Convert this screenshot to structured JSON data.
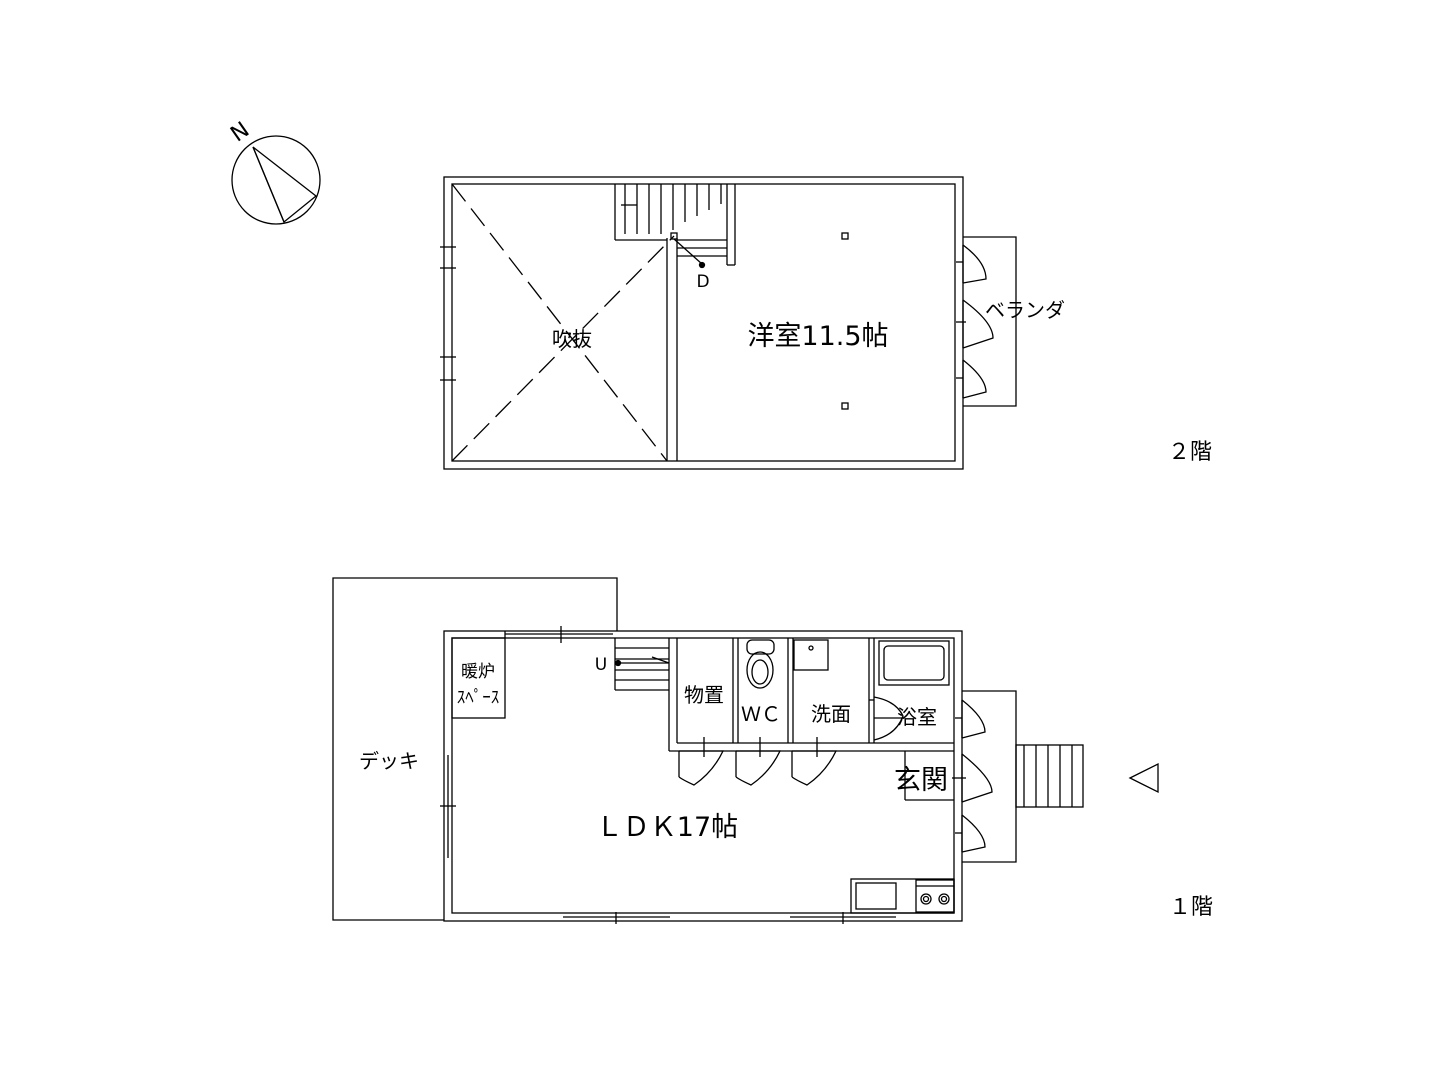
{
  "compass": {
    "label": "N"
  },
  "floor2": {
    "floor_label": "２階",
    "rooms": {
      "fukinuke": "吹抜",
      "youshitsu": "洋室11.5帖",
      "veranda": "ベランダ"
    },
    "stair_label": "D"
  },
  "floor1": {
    "floor_label": "１階",
    "rooms": {
      "ldk": "ＬＤＫ17帖",
      "deck": "デッキ",
      "fireplace_line1": "暖炉",
      "fireplace_line2": "ｽﾍﾟｰｽ",
      "storage": "物置",
      "wc": "ＷＣ",
      "washroom": "洗面",
      "bath": "浴室",
      "entrance": "玄関"
    },
    "stair_label": "U"
  }
}
